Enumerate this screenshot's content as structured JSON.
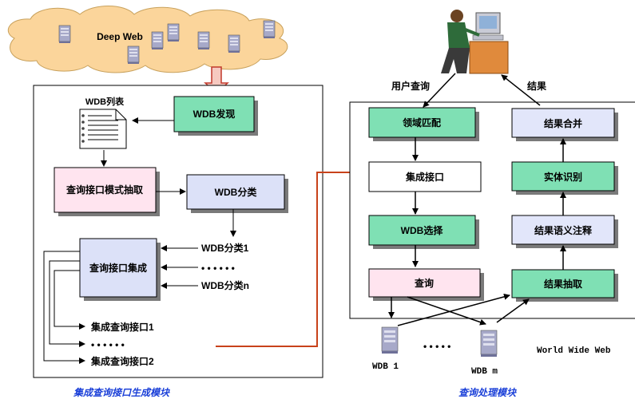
{
  "colors": {
    "cloud": "#fbd59b",
    "green": "#7fe0b4",
    "pink": "#ffe4ef",
    "lavender": "#dce1f8",
    "lavender2": "#e2e6fa",
    "caption": "#1a3fd8",
    "link_arrow": "#c8421a",
    "down_arrow_fill": "#f6c9c0",
    "down_arrow_stroke": "#c0392b"
  },
  "cloud": {
    "label": "Deep Web",
    "icon": "server-icon"
  },
  "left_panel": {
    "caption": "集成查询接口生成模块",
    "wdb_list": "WDB列表",
    "wdb_discovery": "WDB发现",
    "schema_extraction": "查询接口模式抽取",
    "wdb_classification": "WDB分类",
    "interface_integration": "查询接口集成",
    "category_1": "WDB分类1",
    "category_dots": "• • • • • •",
    "category_n": "WDB分类n",
    "integrated_1": "集成查询接口1",
    "integrated_dots": "• • • • • •",
    "integrated_2": "集成查询接口2"
  },
  "right_panel": {
    "caption": "查询处理模块",
    "user_query": "用户查询",
    "results": "结果",
    "domain_matching": "领域匹配",
    "integrated_interface": "集成接口",
    "wdb_selection": "WDB选择",
    "query": "查询",
    "result_merging": "结果合并",
    "entity_recognition": "实体识别",
    "semantic_annotation": "结果语义注释",
    "result_extraction": "结果抽取",
    "wdb_1": "WDB 1",
    "wdb_dots": "• • • • •",
    "wdb_m": "WDB m",
    "www": "World Wide Web"
  }
}
